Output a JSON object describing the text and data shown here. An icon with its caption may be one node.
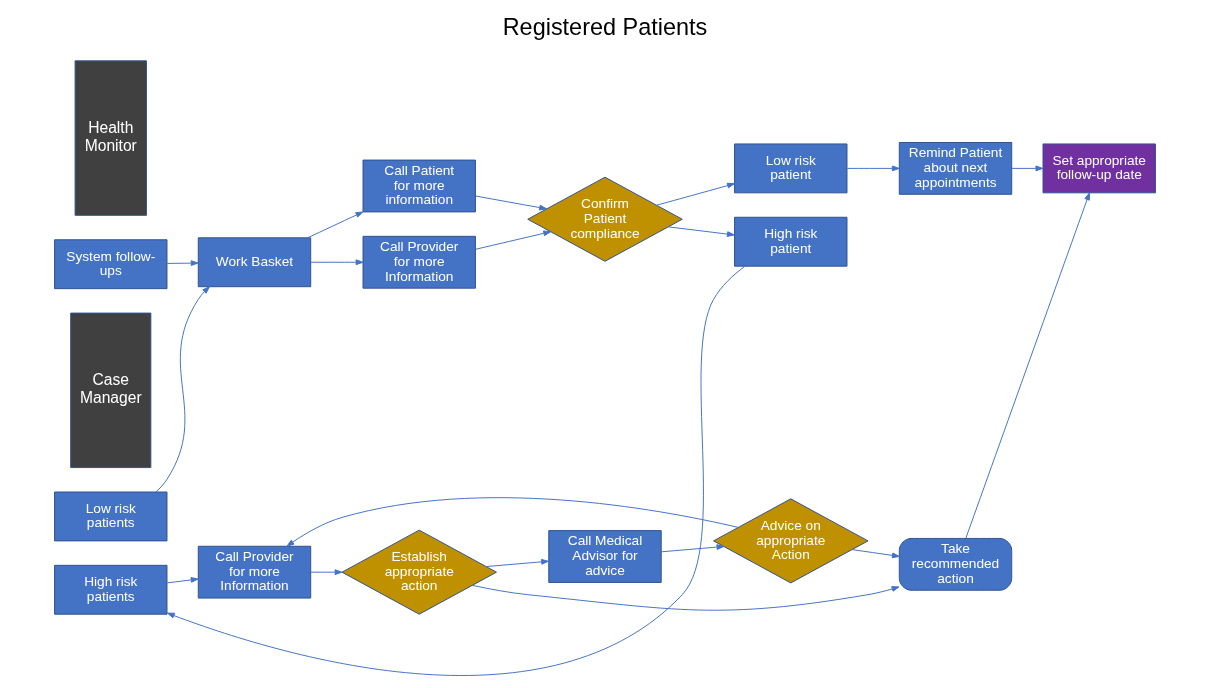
{
  "diagram": {
    "title": "Registered Patients",
    "nodes": [
      {
        "text": [
          "Health Monitor"
        ]
      },
      {
        "text": [
          "System follow-ups"
        ]
      },
      {
        "text": [
          "Work Basket"
        ]
      },
      {
        "text": [
          "Call Provider for more Information"
        ]
      },
      {
        "text": [
          "Call Patient for more information"
        ]
      },
      {
        "text": [
          "Confirm Patient compliance"
        ]
      },
      {
        "text": [
          "High risk patient"
        ]
      },
      {
        "text": [
          "Low risk patient"
        ]
      },
      {
        "text": [
          "Remind Patient about next appointments"
        ]
      },
      {
        "text": [
          "Set appropriate follow-up date"
        ]
      },
      {
        "text": [
          "Case Manager"
        ]
      },
      {
        "text": [
          "Low risk patients"
        ]
      },
      {
        "text": [
          "High risk patients"
        ]
      },
      {
        "text": [
          "Call Provider for more Information"
        ]
      },
      {
        "text": [
          "Establish appropriate action"
        ]
      },
      {
        "text": [
          "Call Medical Advisor for advice"
        ]
      },
      {
        "text": [
          "Advice on appropriate Action"
        ]
      },
      {
        "text": [
          "Take recommended action"
        ]
      }
    ],
    "edges": [
      {
        "from": 1,
        "to": 2,
        "arrow": "to"
      },
      {
        "from": 11,
        "to": 2,
        "arrow": "to"
      },
      {
        "from": 2,
        "to": 3,
        "arrow": "to"
      },
      {
        "from": 2,
        "to": 4,
        "arrow": "to"
      },
      {
        "from": 3,
        "to": 5,
        "arrow": "to"
      },
      {
        "from": 4,
        "to": 5,
        "arrow": "to"
      },
      {
        "from": 5,
        "to": 6,
        "arrow": "to"
      },
      {
        "from": 5,
        "to": 7,
        "arrow": "to"
      },
      {
        "from": 7,
        "to": 8,
        "arrow": "to"
      },
      {
        "from": 8,
        "to": 9,
        "arrow": "to"
      },
      {
        "from": 6,
        "to": 12,
        "arrow": "to"
      },
      {
        "from": 12,
        "to": 13,
        "arrow": "to"
      },
      {
        "from": 16,
        "to": 13,
        "arrow": "to"
      },
      {
        "from": 13,
        "to": 14,
        "arrow": "to"
      },
      {
        "from": 14,
        "to": 15,
        "arrow": "to"
      },
      {
        "from": 14,
        "to": 17,
        "arrow": "to"
      },
      {
        "from": 15,
        "to": 16,
        "arrow": "to"
      },
      {
        "from": 16,
        "to": 17,
        "arrow": "to"
      },
      {
        "from": 17,
        "to": 9,
        "arrow": "to"
      }
    ]
  }
}
